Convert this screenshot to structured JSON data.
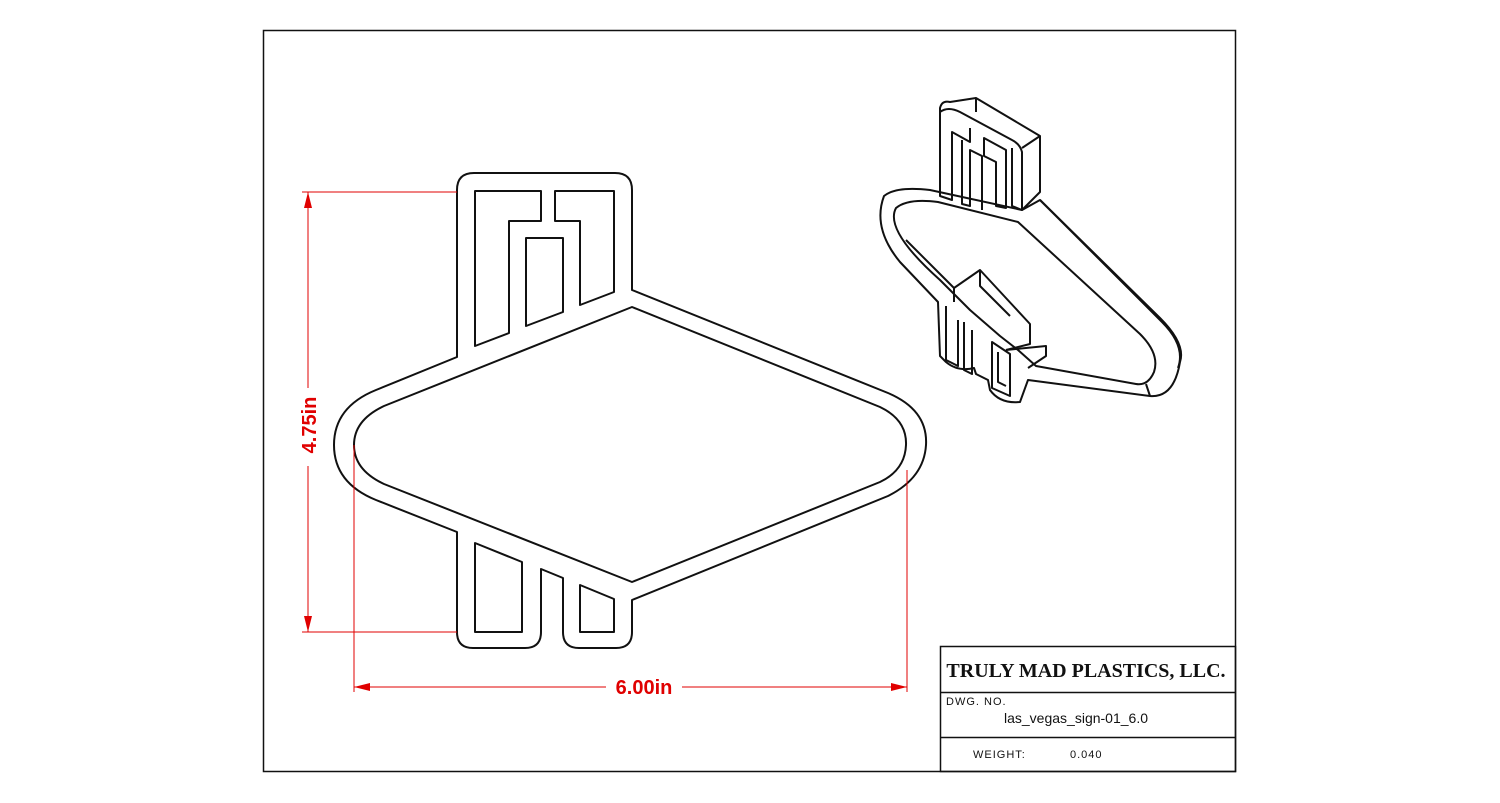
{
  "drawing": {
    "dimension_height": "4.75in",
    "dimension_width": "6.00in",
    "colors": {
      "line": "#111111",
      "dimension": "#e00000"
    }
  },
  "title_block": {
    "company": "TRULY MAD PLASTICS, LLC.",
    "dwg_no_label": "DWG. NO.",
    "dwg_no_value": "las_vegas_sign-01_6.0",
    "weight_label": "WEIGHT:",
    "weight_value": "0.040"
  }
}
